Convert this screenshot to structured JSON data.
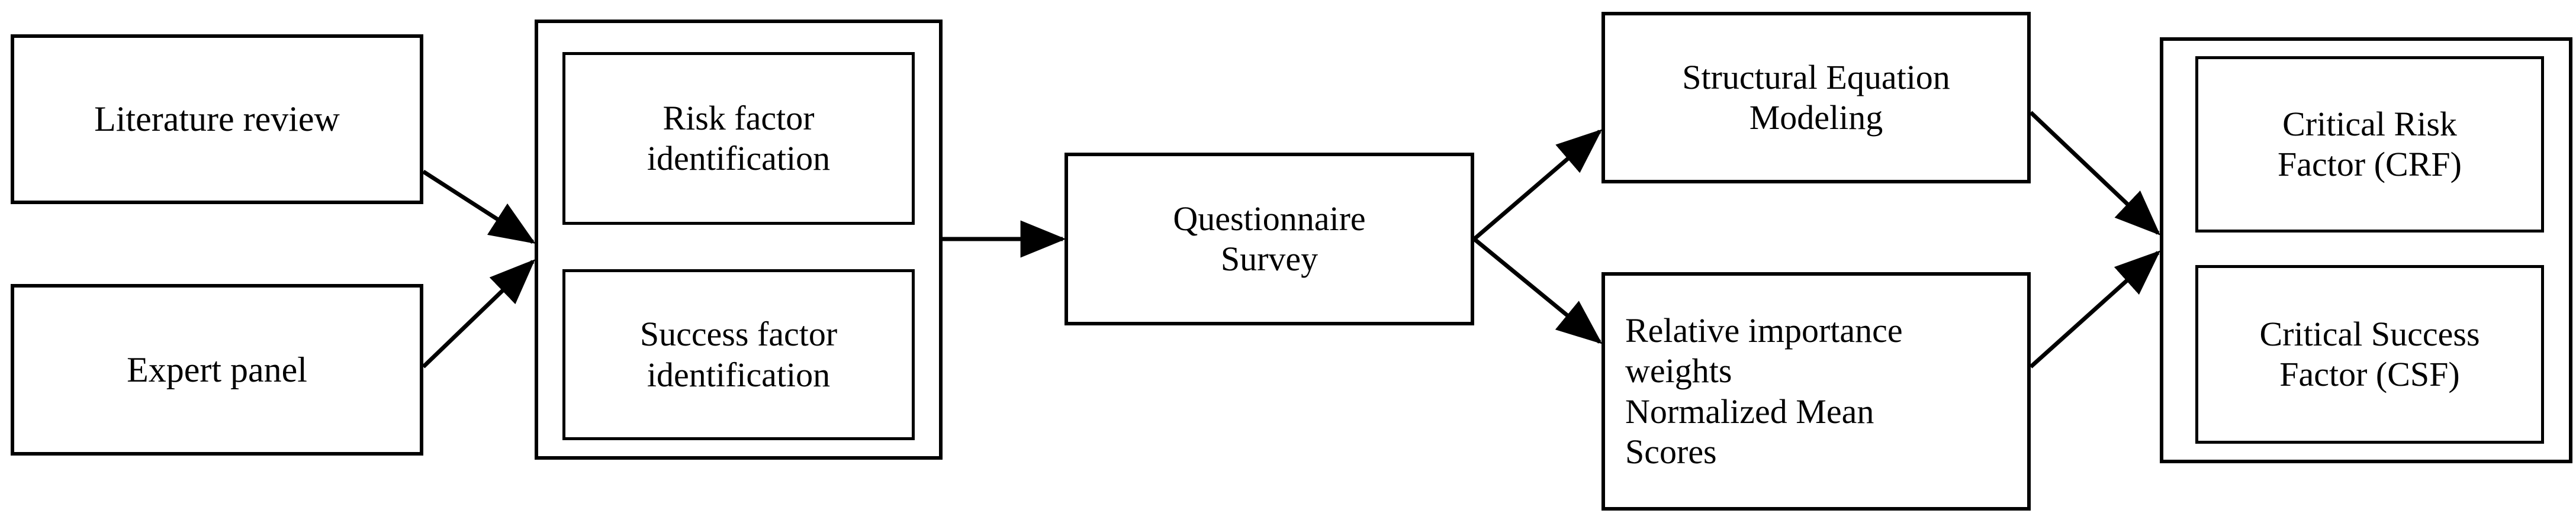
{
  "diagram": {
    "type": "flowchart",
    "title": "Research methodology flowchart",
    "orientation": "left-to-right",
    "colors": {
      "stroke": "#000000",
      "fill": "#ffffff",
      "text": "#000000"
    },
    "nodes": {
      "literature_review": {
        "label": "Literature review"
      },
      "expert_panel": {
        "label": "Expert panel"
      },
      "risk_factor_identification": {
        "label": "Risk factor\nidentification"
      },
      "success_factor_identification": {
        "label": "Success factor\nidentification"
      },
      "questionnaire_survey": {
        "label": "Questionnaire\nSurvey"
      },
      "structural_equation_modeling": {
        "label": "Structural Equation\nModeling"
      },
      "relative_importance": {
        "label": "Relative importance\nweights\nNormalized Mean\nScores"
      },
      "critical_risk_factor": {
        "label": "Critical Risk\nFactor (CRF)"
      },
      "critical_success_factor": {
        "label": "Critical Success\nFactor (CSF)"
      }
    },
    "groups": {
      "factor_identification_group": {
        "label": ""
      },
      "critical_factors_group": {
        "label": ""
      }
    },
    "edges": [
      {
        "from": "literature_review",
        "to": "factor_identification_group",
        "style": "solid-arrow"
      },
      {
        "from": "expert_panel",
        "to": "factor_identification_group",
        "style": "solid-arrow"
      },
      {
        "from": "factor_identification_group",
        "to": "questionnaire_survey",
        "style": "solid-arrow"
      },
      {
        "from": "questionnaire_survey",
        "to": "structural_equation_modeling",
        "style": "solid-arrow"
      },
      {
        "from": "questionnaire_survey",
        "to": "relative_importance",
        "style": "solid-arrow"
      },
      {
        "from": "structural_equation_modeling",
        "to": "critical_factors_group",
        "style": "solid-arrow"
      },
      {
        "from": "relative_importance",
        "to": "critical_factors_group",
        "style": "solid-arrow"
      }
    ]
  }
}
